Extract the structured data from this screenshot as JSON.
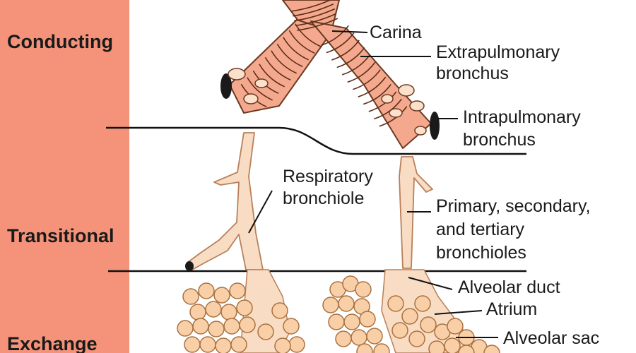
{
  "colors": {
    "sidebar": "#f4937a",
    "airway_fill": "#f9dcc4",
    "airway_stroke": "#b8805a",
    "bronchus_fill": "#f4a98f",
    "cartilage": "#fbe0cc",
    "alveolus_fill": "#f9cfa8",
    "alveolus_stroke": "#a9713f",
    "lumen": "#1a1a1a"
  },
  "zones": {
    "conducting": "Conducting",
    "transitional": "Transitional",
    "exchange": "Exchange"
  },
  "labels": {
    "carina": "Carina",
    "extrapulmonary_bronchus": [
      "Extrapulmonary",
      "bronchus"
    ],
    "intrapulmonary_bronchus": [
      "Intrapulmonary",
      "bronchus"
    ],
    "respiratory_bronchiole": [
      "Respiratory",
      "bronchiole"
    ],
    "bronchioles": [
      "Primary, secondary,",
      "and tertiary",
      "bronchioles"
    ],
    "alveolar_duct": "Alveolar duct",
    "atrium": "Atrium",
    "alveolar_sac": "Alveolar sac"
  }
}
